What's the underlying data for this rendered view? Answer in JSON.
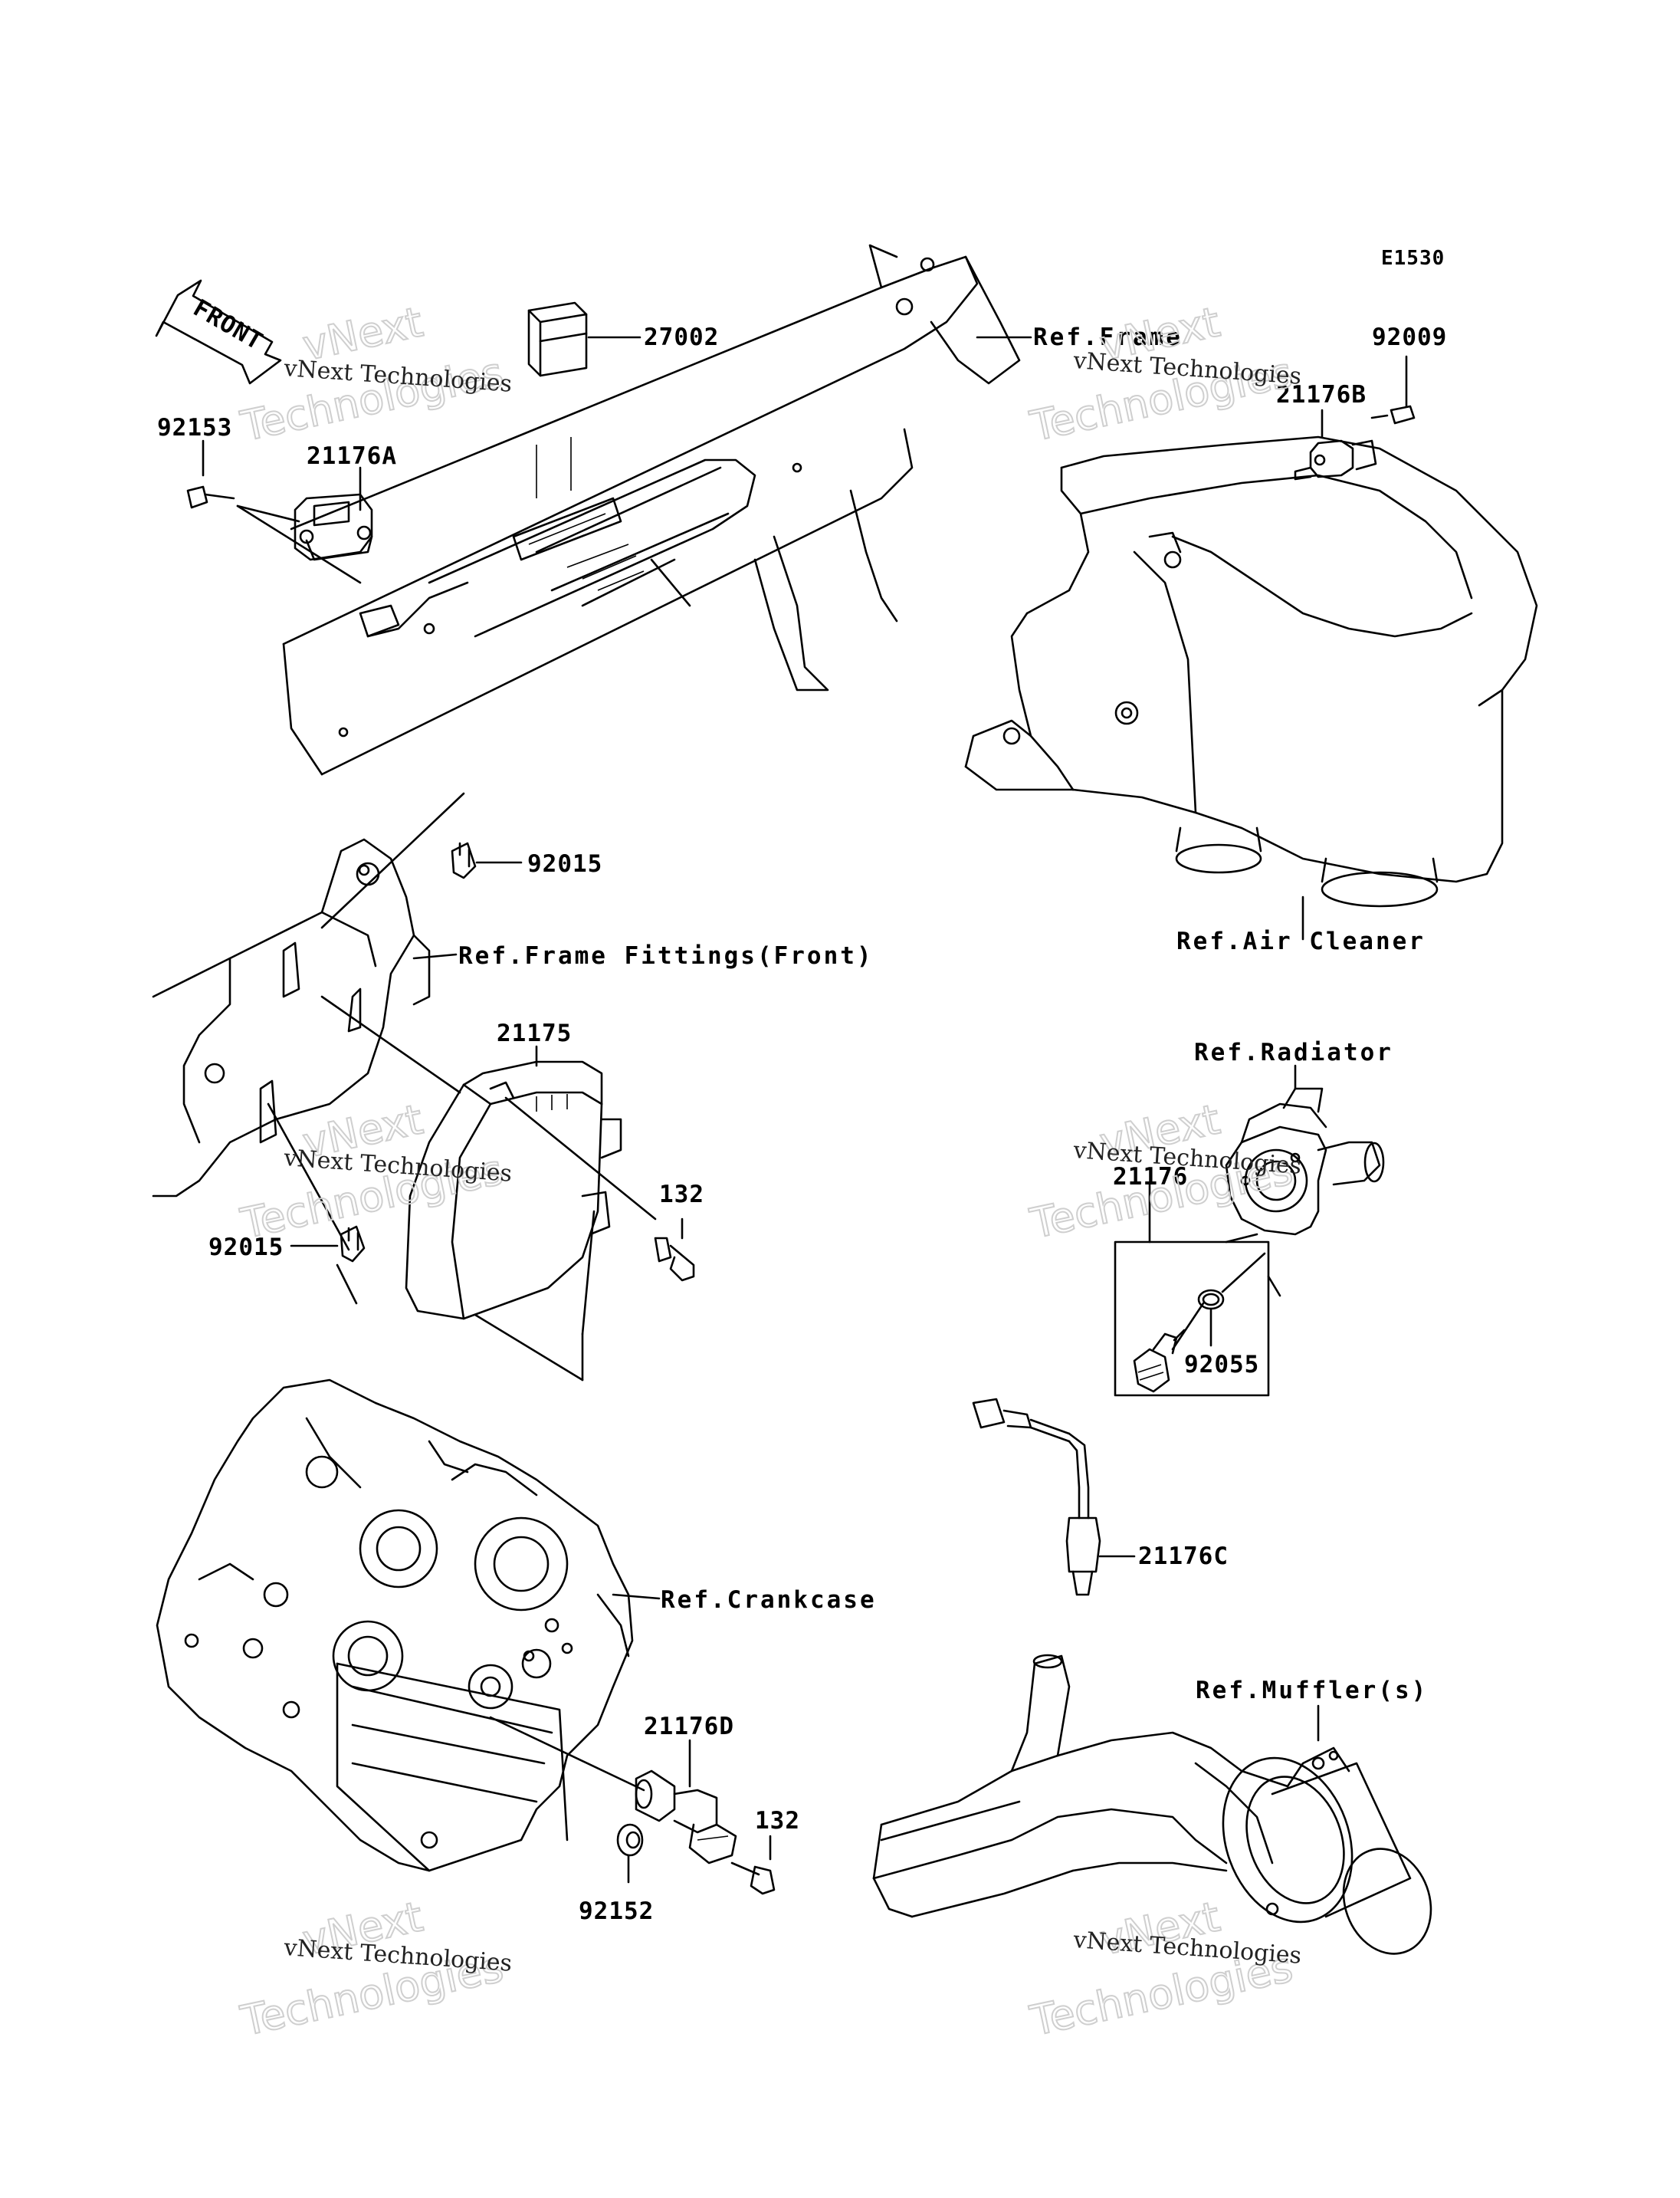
{
  "diagram_code": "E1530",
  "front_arrow_label": "FRONT",
  "watermark": {
    "company": "vNext Technologies",
    "big_line_1": "vNext",
    "big_line_2": "Technologies"
  },
  "part_labels": {
    "p27002": "27002",
    "p92009": "92009",
    "p21176B": "21176B",
    "p92153": "92153",
    "p21176A": "21176A",
    "p92015_top": "92015",
    "p21175": "21175",
    "p132_top": "132",
    "p92015_bottom": "92015",
    "p21176": "21176",
    "p92055": "92055",
    "p21176C": "21176C",
    "p21176D": "21176D",
    "p132_bottom": "132",
    "p92152": "92152"
  },
  "ref_labels": {
    "frame": "Ref.Frame",
    "air_cleaner": "Ref.Air Cleaner",
    "frame_fittings_front": "Ref.Frame Fittings(Front)",
    "radiator": "Ref.Radiator",
    "crankcase": "Ref.Crankcase",
    "mufflers": "Ref.Muffler(s)"
  }
}
